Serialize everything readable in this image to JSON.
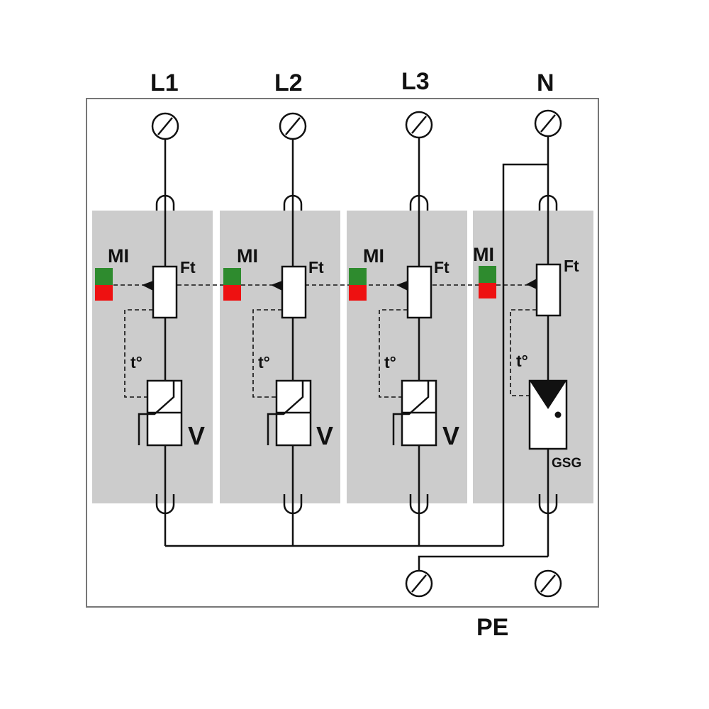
{
  "terminals": {
    "l1": "L1",
    "l2": "L2",
    "l3": "L3",
    "n": "N",
    "pe": "PE"
  },
  "modules": [
    {
      "mi": "MI",
      "fuse": "Ft",
      "thermal": "t°",
      "component": "V"
    },
    {
      "mi": "MI",
      "fuse": "Ft",
      "thermal": "t°",
      "component": "V"
    },
    {
      "mi": "MI",
      "fuse": "Ft",
      "thermal": "t°",
      "component": "V"
    },
    {
      "mi": "MI",
      "fuse": "Ft",
      "thermal": "t°",
      "component": "GSG"
    }
  ],
  "colors": {
    "module_fill": "#cccccc",
    "indicator_ok": "#2e8b2e",
    "indicator_fault": "#ee1111",
    "line": "#111111"
  }
}
